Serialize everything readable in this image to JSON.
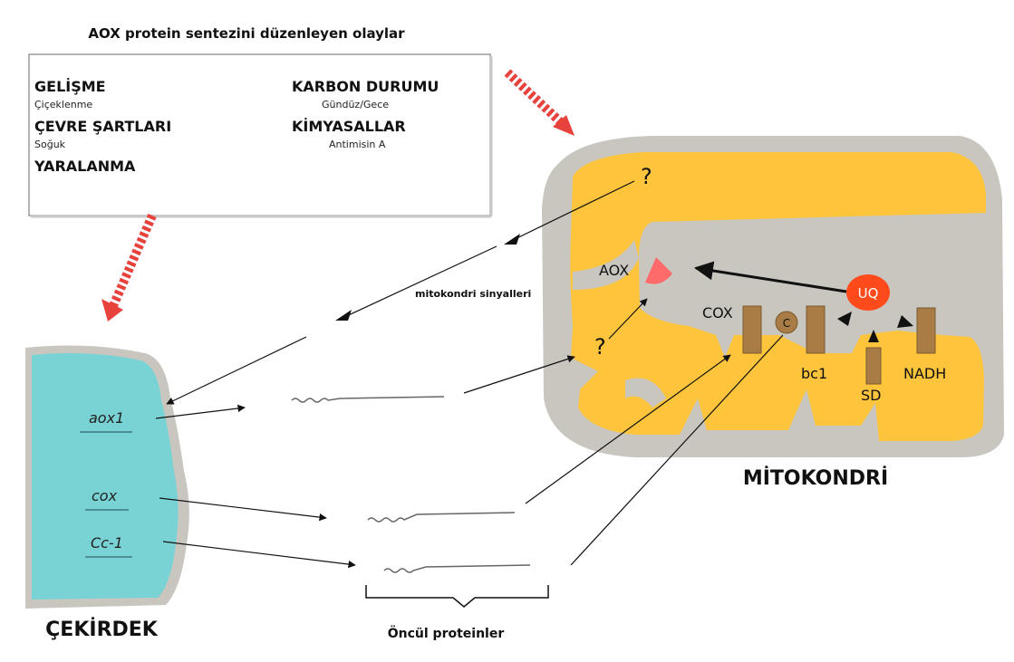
{
  "title": "AOX protein sentezini düzenleyen olaylar",
  "factors": {
    "development": {
      "heading": "GELİŞME",
      "example": "Çiçeklenme"
    },
    "environment": {
      "heading": "ÇEVRE ŞARTLARI",
      "example": "Soğuk"
    },
    "wounding": {
      "heading": "YARALANMA"
    },
    "carbon": {
      "heading": "KARBON DURUMU",
      "example": "Gündüz/Gece"
    },
    "chemicals": {
      "heading": "KİMYASALLAR",
      "example": "Antimisin A"
    }
  },
  "nucleus": {
    "label": "ÇEKİRDEK",
    "genes": [
      "aox1",
      "cox",
      "Cc-1"
    ]
  },
  "mitochondrion": {
    "label": "MİTOKONDRİ",
    "signals_label": "mitokondri sinyalleri",
    "question": "?",
    "components": {
      "aox": "AOX",
      "uq": "UQ",
      "cox": "COX",
      "c": "C",
      "bc1": "bc1",
      "sd": "SD",
      "nadh": "NADH"
    }
  },
  "precursor_label": "Öncül proteinler",
  "colors": {
    "nucleus_fill": "#79d2d4",
    "membrane_gray": "#c9c6bf",
    "matrix_yellow": "#fdc43c",
    "complex_brown": "#a97c45",
    "uq_red": "#ff4a1c",
    "aox_pink": "#ff6a6a",
    "dashed_red": "#e8423c"
  }
}
